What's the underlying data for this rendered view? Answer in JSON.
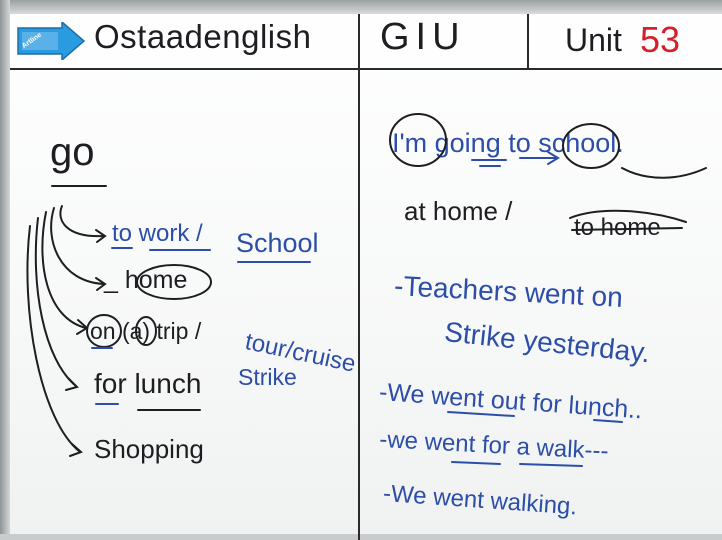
{
  "header": {
    "eraser_label": "Artline",
    "brand": "Ostaadenglish",
    "course": "GIU",
    "unit_label": "Unit",
    "unit_number": "53"
  },
  "left_board": {
    "verb": "go",
    "phrases": [
      {
        "text": "to work /",
        "extra": "School"
      },
      {
        "text": "_ home"
      },
      {
        "text": "on (a) trip /",
        "extra": "tour/cruise",
        "extra2": "Strike"
      },
      {
        "text": "for lunch"
      },
      {
        "text": "Shopping"
      }
    ]
  },
  "right_board": {
    "sentence1": "I'm going to school.",
    "sentence2_a": "at home /",
    "sentence2_b": "to home",
    "sentence3_line1": "-Teachers went on",
    "sentence3_line2": "Strike yesterday.",
    "sentence4": "-We went out for lunch..",
    "sentence5": "-we went for a walk---",
    "sentence6": "-We went walking."
  },
  "colors": {
    "marker_black": "#1e1e22",
    "marker_blue": "#2c4ea8",
    "marker_red": "#d5202a",
    "eraser_blue": "#2a9be0"
  }
}
